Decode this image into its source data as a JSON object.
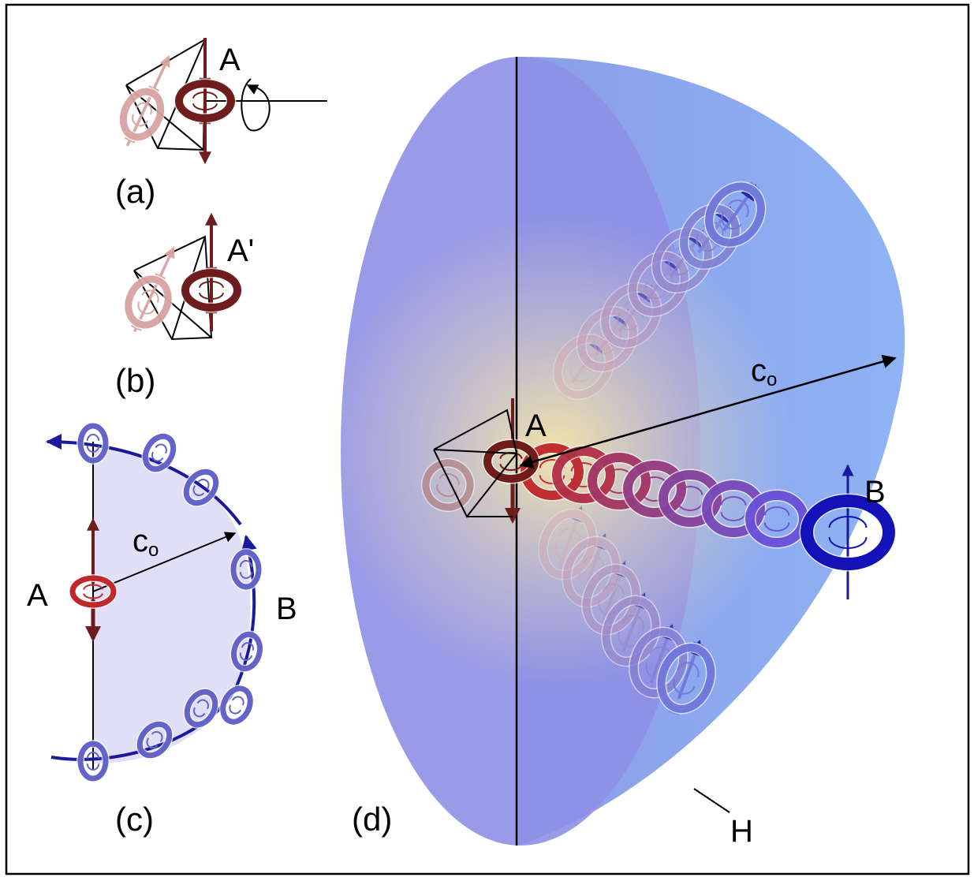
{
  "panels": {
    "a": {
      "label": "(a)",
      "point": "A"
    },
    "b": {
      "label": "(b)",
      "point": "A'"
    },
    "c": {
      "label": "(c)",
      "point_a": "A",
      "point_b": "B",
      "radius_main": "c",
      "radius_sub": "o"
    },
    "d": {
      "label": "(d)",
      "point_a": "A",
      "point_b": "B",
      "radius_main": "c",
      "radius_sub": "o",
      "surface": "H"
    }
  },
  "colors": {
    "dark_red": "#6e1c1c",
    "pink": "#d9a3a3",
    "red": "#c0282a",
    "blue": "#1a1a9c",
    "purple_blue": "#6464c8",
    "lavender_fill": "#e1def8",
    "hemisphere_blue": "#8fb3f5",
    "hemisphere_face": "#8e8fe6",
    "glow_yellow": "#f7e8a6"
  },
  "icons": [
    "spin-ring-icon",
    "spin-arrow-icon",
    "rotation-loop-icon"
  ]
}
